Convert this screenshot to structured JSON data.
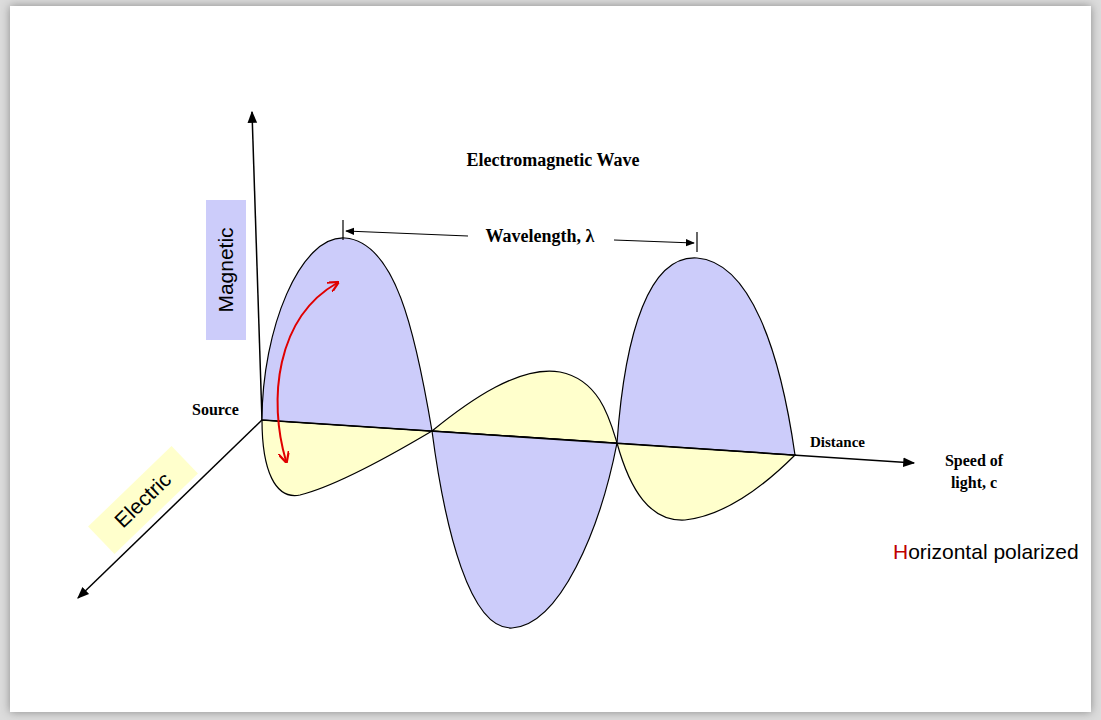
{
  "diagram": {
    "title": "Electromagnetic Wave",
    "nodes": [
      {
        "text": [
          "Magnetic"
        ]
      },
      {
        "text": [
          "Electric"
        ]
      }
    ],
    "labels": [
      "Wavelength, λ",
      "Source",
      "Distance",
      "Speed of light, c",
      "Horizontal polarized"
    ]
  }
}
